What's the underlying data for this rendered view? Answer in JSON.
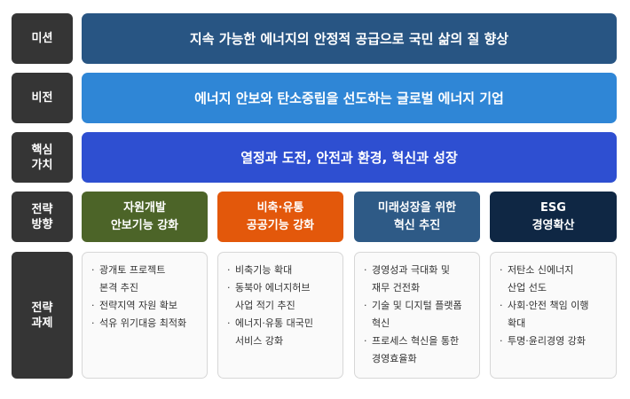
{
  "rows": {
    "mission": {
      "label": "미션",
      "text": "지속 가능한 에너지의 안정적 공급으로 국민 삶의 질 향상",
      "color": "#285583"
    },
    "vision": {
      "label": "비전",
      "text": "에너지 안보와 탄소중립을 선도하는 글로벌 에너지 기업",
      "color": "#2f86d6"
    },
    "values": {
      "label": "핵심\n가치",
      "text": "열정과 도전, 안전과 환경, 혁신과 성장",
      "color": "#2e4fd1"
    },
    "directions_label": "전략\n방향",
    "tasks_label": "전략\n과제"
  },
  "directions": [
    {
      "title": "자원개발\n안보기능 강화",
      "color": "#4c6428"
    },
    {
      "title": "비축·유통\n공공기능 강화",
      "color": "#e3580b"
    },
    {
      "title": "미래성장을 위한\n혁신 추진",
      "color": "#2e5a86"
    },
    {
      "title": "ESG\n경영확산",
      "color": "#0f2744"
    }
  ],
  "tasks": [
    [
      "광개토 프로젝트\n본격 추진",
      "전략지역 자원 확보",
      "석유 위기대응 최적화"
    ],
    [
      "비축기능 확대",
      "동북아 에너지허브\n사업 적기 추진",
      "에너지·유통 대국민\n서비스 강화"
    ],
    [
      "경영성과 극대화 및\n재무 건전화",
      "기술 및 디지털 플랫폼\n혁신",
      "프로세스 혁신을 통한\n경영효율화"
    ],
    [
      "저탄소 신에너지\n산업 선도",
      "사회·안전 책임 이행\n확대",
      "투명·윤리경영 강화"
    ]
  ]
}
